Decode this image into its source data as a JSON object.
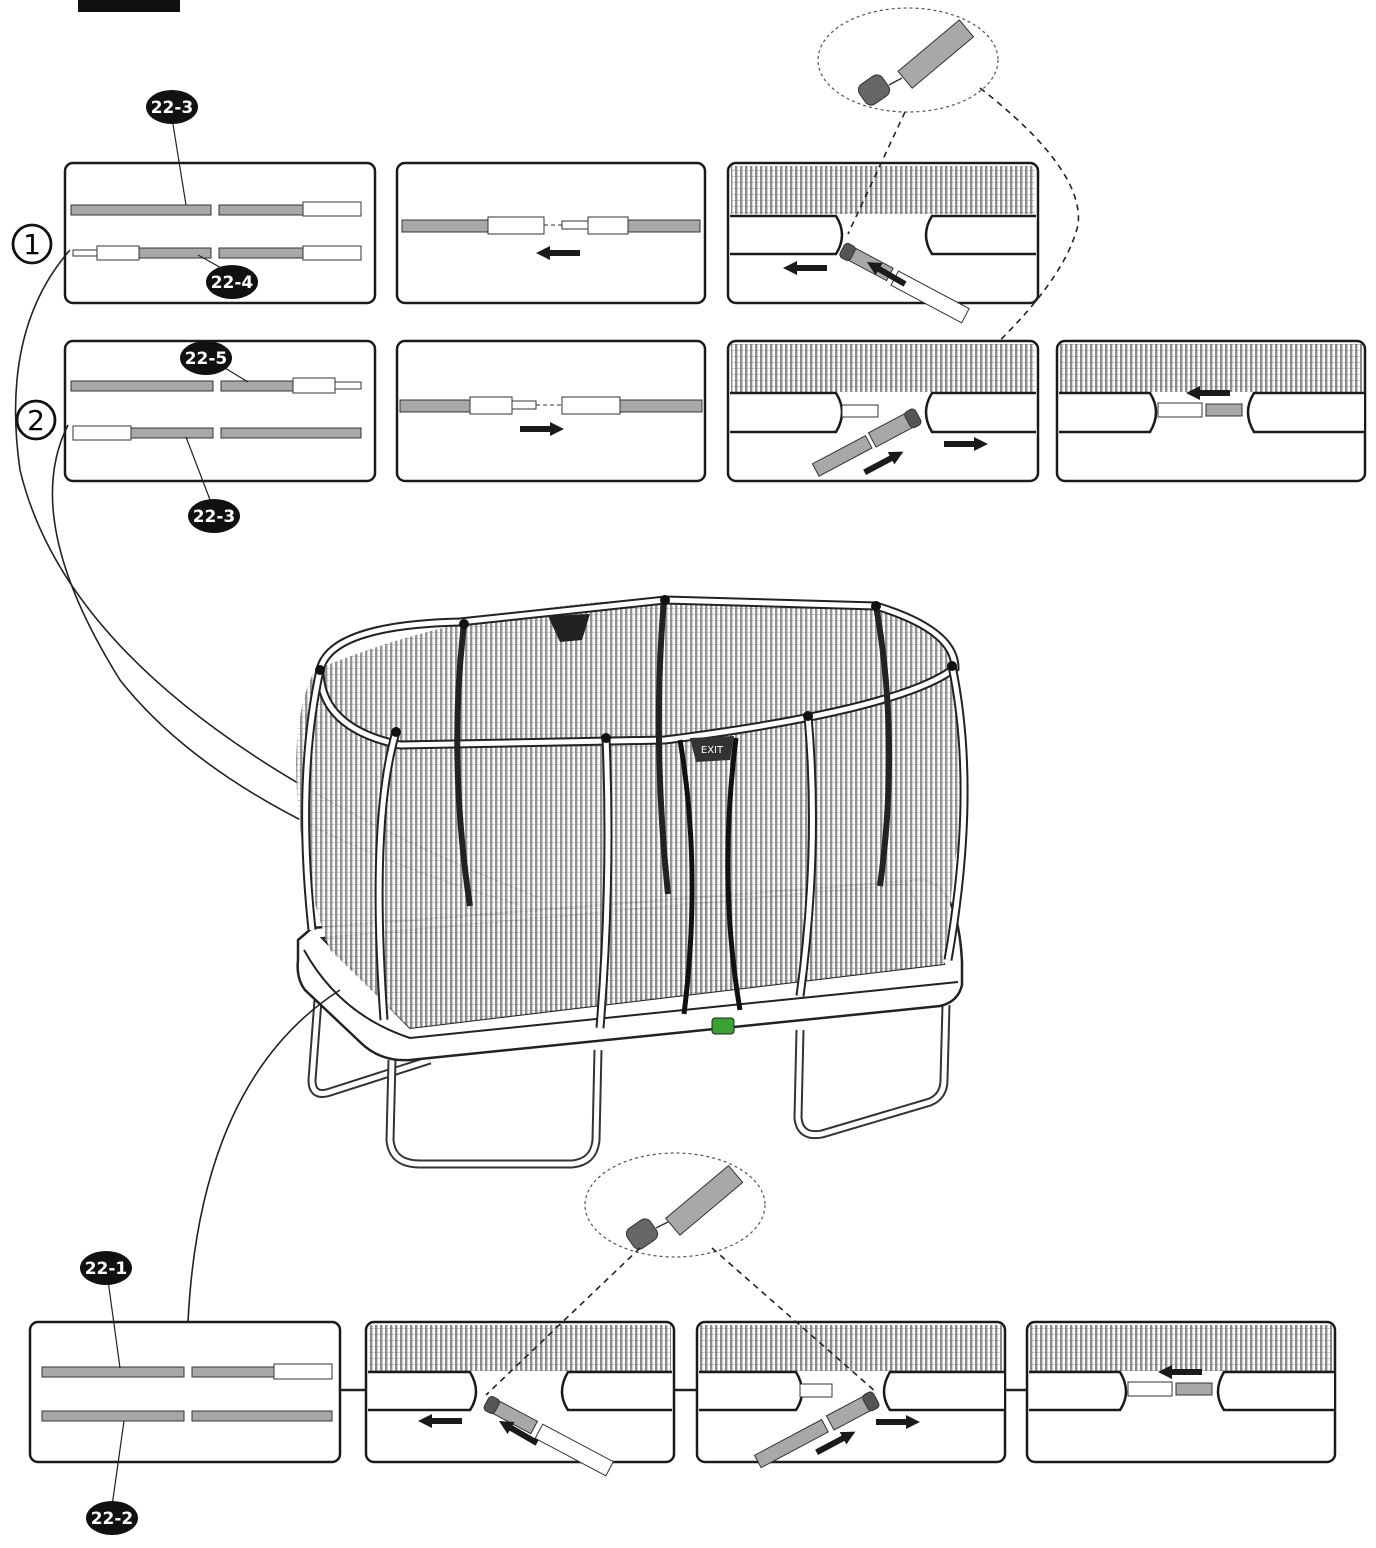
{
  "header_tab": "",
  "step_markers": [
    "1",
    "2"
  ],
  "part_labels": {
    "row1_top": "22-3",
    "row1_bottom": "22-4",
    "row2_top": "22-5",
    "row2_bottom": "22-3",
    "bottom_top": "22-1",
    "bottom_bottom": "22-2"
  },
  "brand_mark": "EXIT",
  "icons": [
    "arrow-left-icon",
    "arrow-right-icon",
    "end-cap-icon"
  ],
  "colors": {
    "line": "#1a1a1a",
    "tube": "#a8a8a8",
    "sleeve": "#ffffff",
    "mesh": "#8c8c8c",
    "logo_green": "#3aa135"
  }
}
